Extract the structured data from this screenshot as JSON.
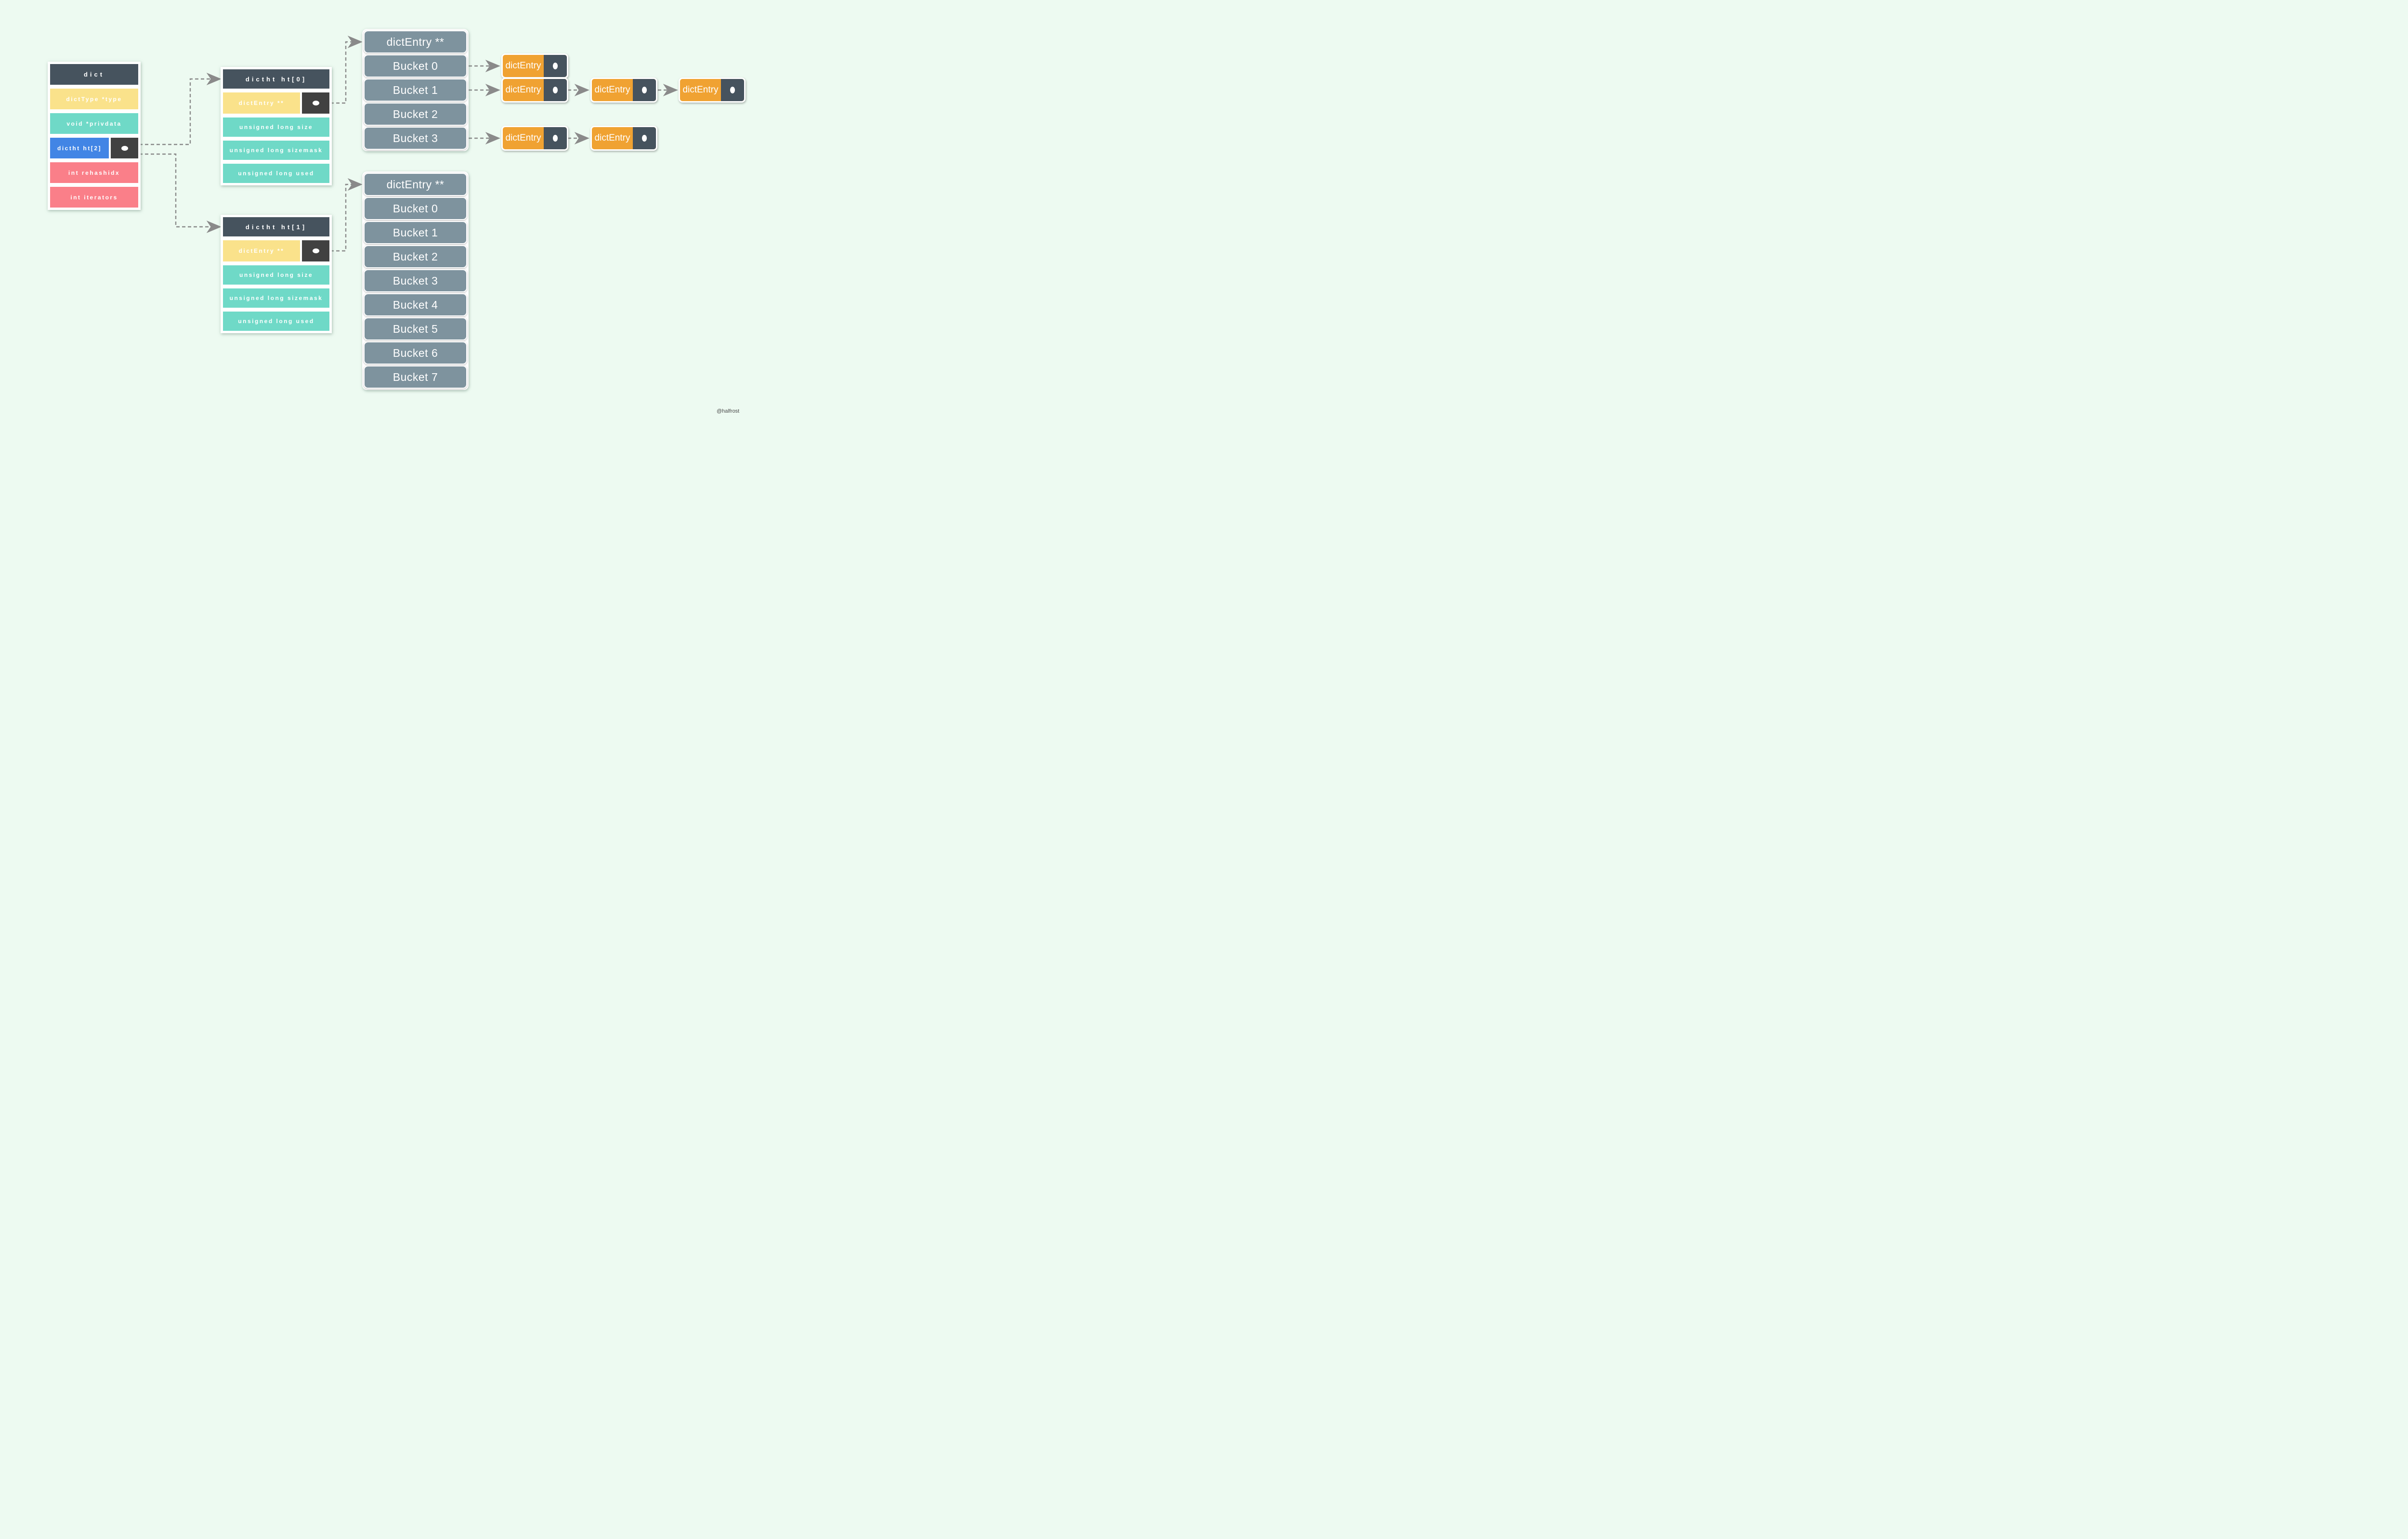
{
  "canvas": {
    "watermark": "@halfrost"
  },
  "colors": {
    "bg": "#edfaf1",
    "header_dark": "#46535e",
    "pointer_dark": "#414141",
    "yellow": "#fae28b",
    "teal": "#6fd9c7",
    "blue": "#4285e5",
    "pink": "#fa7f89",
    "bucket_gray": "#7e939e",
    "orange": "#f0a232",
    "arrow_gray": "#8a8a8a"
  },
  "dict_struct": {
    "rows": [
      "dict",
      "dictType *type",
      "void *privdata",
      "dictht ht[2]",
      "int rehashidx",
      "int iterators"
    ]
  },
  "ht0_struct": {
    "rows": [
      "dictht ht[0]",
      "dictEntry **",
      "unsigned long size",
      "unsigned long sizemask",
      "unsigned long used"
    ]
  },
  "ht1_struct": {
    "rows": [
      "dictht ht[1]",
      "dictEntry **",
      "unsigned long size",
      "unsigned long sizemask",
      "unsigned long used"
    ]
  },
  "bucket_array_top": {
    "header": "dictEntry **",
    "buckets": [
      "Bucket 0",
      "Bucket 1",
      "Bucket 2",
      "Bucket 3"
    ]
  },
  "bucket_array_bottom": {
    "header": "dictEntry **",
    "buckets": [
      "Bucket 0",
      "Bucket 1",
      "Bucket 2",
      "Bucket 3",
      "Bucket 4",
      "Bucket 5",
      "Bucket 6",
      "Bucket 7"
    ]
  },
  "chains": {
    "bucket0": [
      "dictEntry"
    ],
    "bucket1": [
      "dictEntry",
      "dictEntry",
      "dictEntry"
    ],
    "bucket3": [
      "dictEntry",
      "dictEntry"
    ]
  }
}
